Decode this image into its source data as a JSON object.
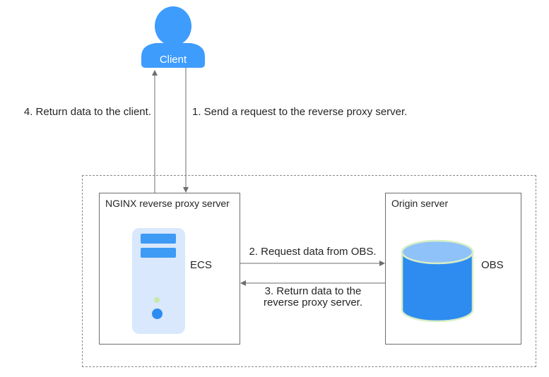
{
  "diagram": {
    "client": {
      "label": "Client"
    },
    "labels": {
      "step1": "1. Send a request to the reverse proxy server.",
      "step2": "2. Request data from OBS.",
      "step3": "3. Return data to the reverse proxy server.",
      "step4": "4. Return data to the client."
    },
    "nginx_box": {
      "title": "NGINX reverse proxy server",
      "icon_label": "ECS"
    },
    "origin_box": {
      "title": "Origin server",
      "icon_label": "OBS"
    },
    "icons": {
      "client": "person-icon",
      "ecs": "server-tower-icon",
      "obs": "database-cylinder-icon"
    },
    "colors": {
      "client_blue": "#3e9cfd",
      "bar_blue": "#3d9af5",
      "server_body_light_blue": "#d9e8fc",
      "cylinder_body_blue": "#2e8cf0",
      "cylinder_top_blue": "#8fc2f9",
      "cylinder_stroke_green": "#d8eec6",
      "dot_green": "#c9e7aa",
      "line_gray": "#6e6e6e",
      "dashed_border_gray": "#8a8a8a",
      "text_dark": "#252525"
    }
  }
}
